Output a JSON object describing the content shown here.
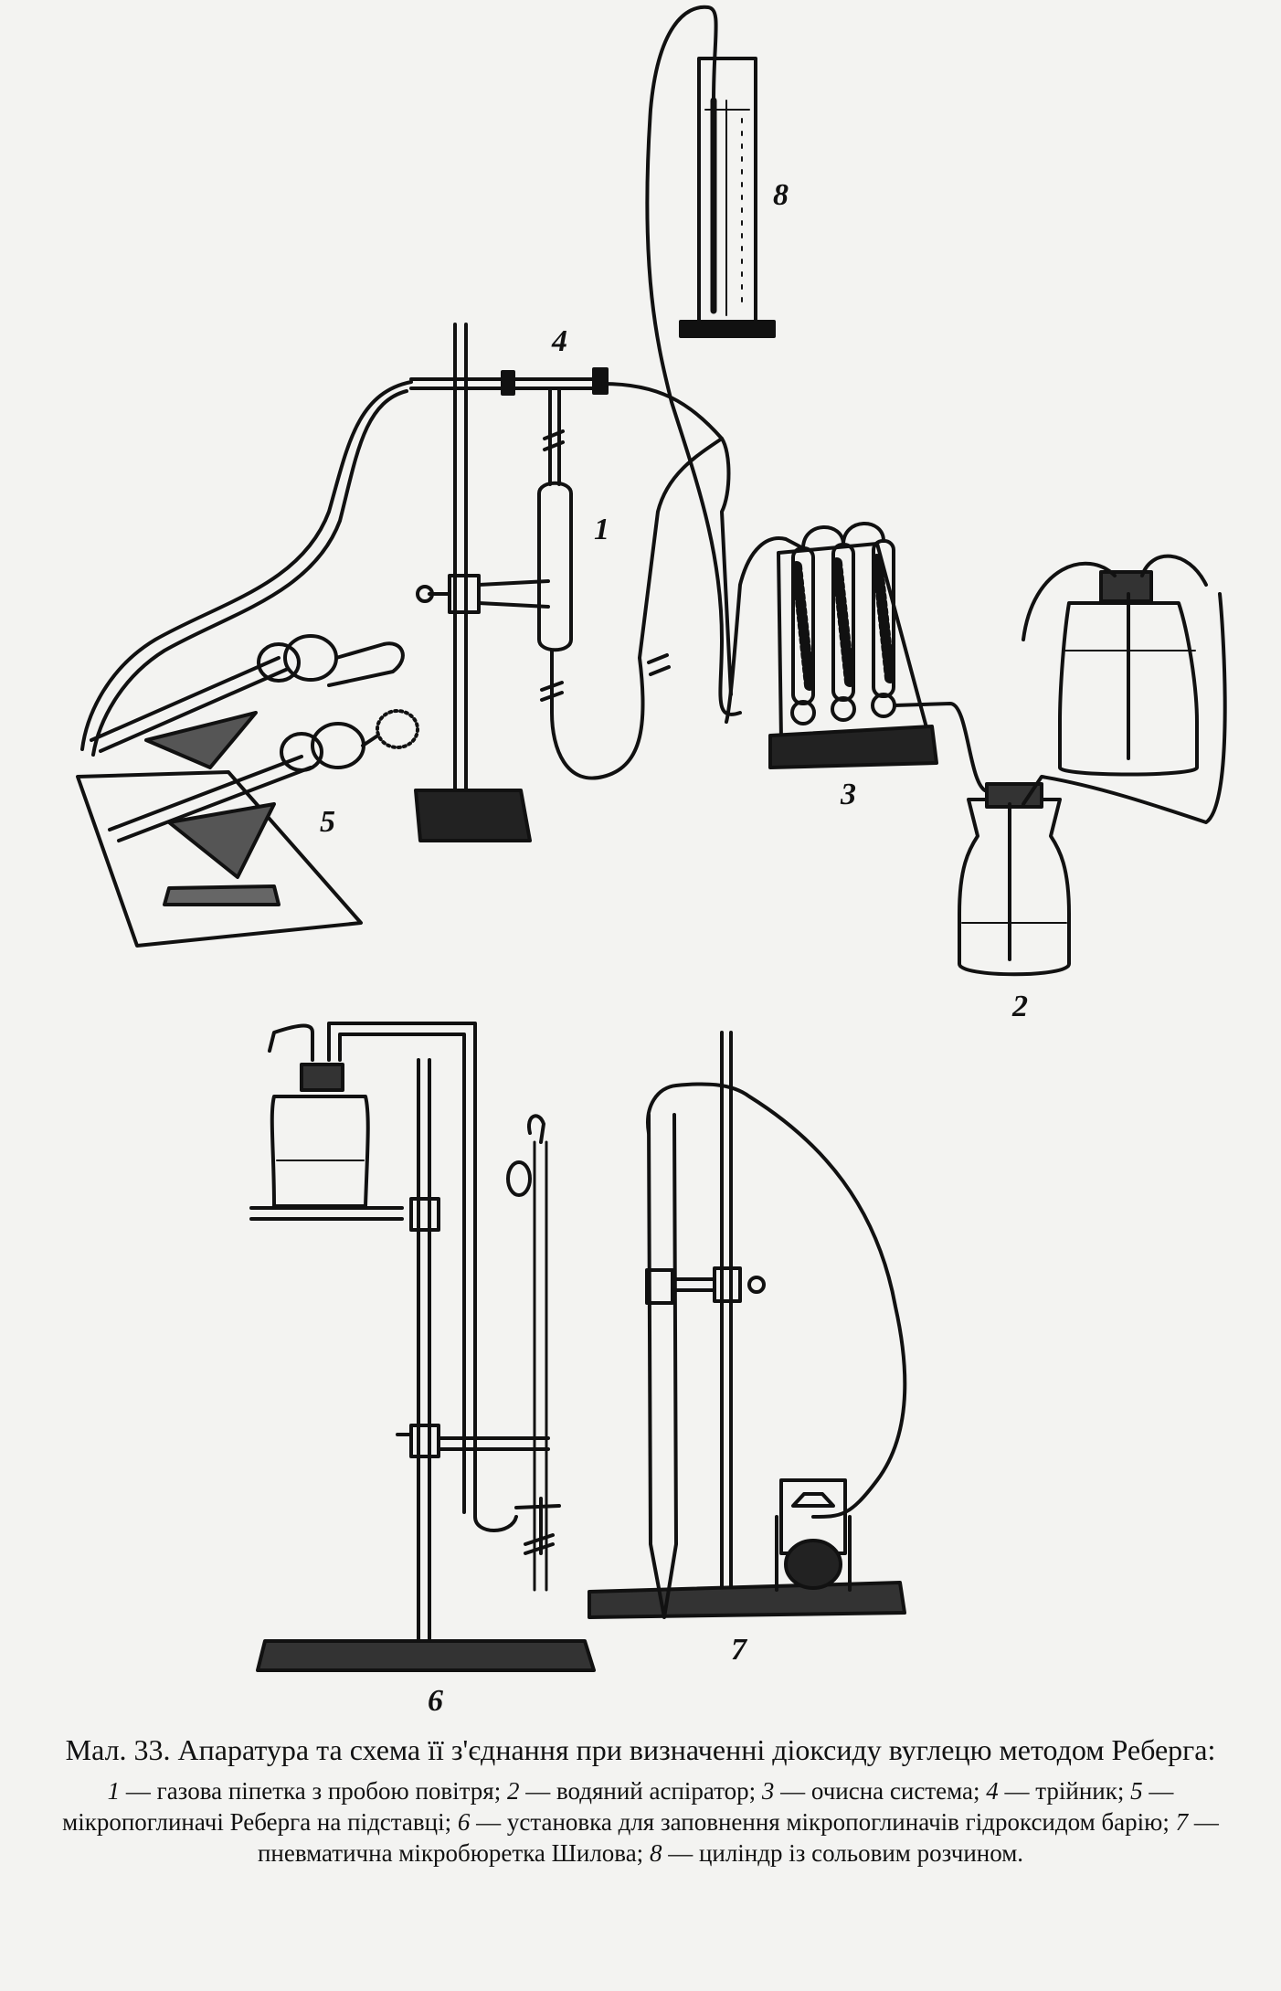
{
  "figure": {
    "labels": [
      "4",
      "1",
      "8",
      "3",
      "5",
      "2",
      "6",
      "7"
    ],
    "caption_title": "Мал. 33. Апаратура та схема її з'єднання при визначенні діоксиду вуглецю методом Реберга:",
    "legend": [
      {
        "num": "1",
        "text": "газова піпетка з пробою повітря;"
      },
      {
        "num": "2",
        "text": "водяний аспіратор;"
      },
      {
        "num": "3",
        "text": "очисна система;"
      },
      {
        "num": "4",
        "text": "трійник;"
      },
      {
        "num": "5",
        "text": "мікропоглиначі Реберга на підставці;"
      },
      {
        "num": "6",
        "text": "установка для заповнення мікропоглиначів гідроксидом барію;"
      },
      {
        "num": "7",
        "text": "пневматична мікробюретка Шилова;"
      },
      {
        "num": "8",
        "text": "циліндр із сольовим розчином."
      }
    ]
  }
}
